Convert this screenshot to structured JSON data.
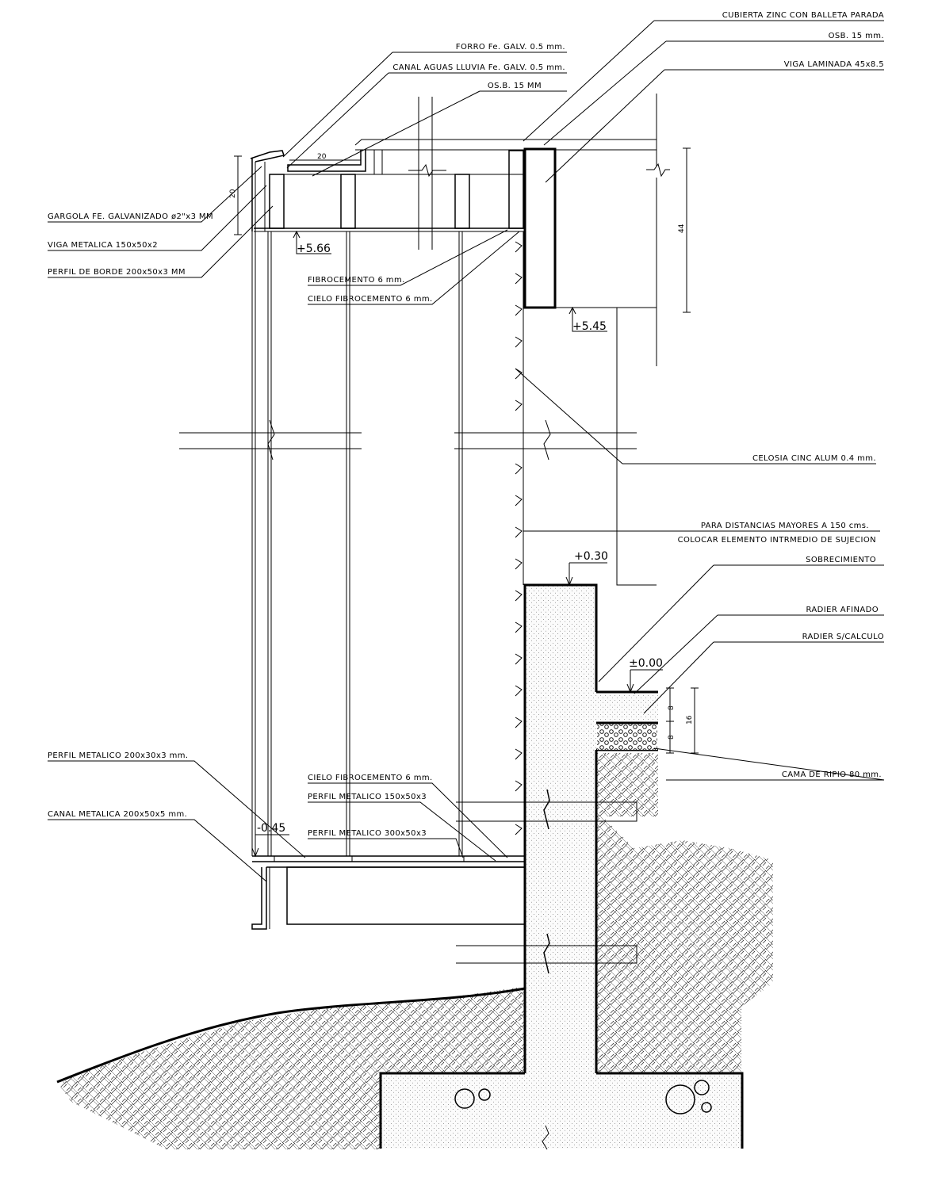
{
  "labels": {
    "cubierta": "CUBIERTA ZINC CON BALLETA PARADA",
    "osb_top": "OSB. 15 mm.",
    "viga_laminada": "VIGA LAMINADA 45x8.5",
    "forro": "FORRO Fe. GALV. 0.5 mm.",
    "canal_aguas": "CANAL AGUAS LLUVIA Fe. GALV. 0.5 mm.",
    "osb_mm": "OS.B. 15 MM",
    "gargola": "GARGOLA FE. GALVANIZADO ø2\"x3 MM",
    "viga_metalica": "VIGA METALICA 150x50x2",
    "perfil_borde": "PERFIL DE BORDE 200x50x3 MM",
    "fibrocemento": "FIBROCEMENTO 6 mm.",
    "cielo_fibro_top": "CIELO FIBROCEMENTO 6 mm.",
    "celosia": "CELOSIA CINC ALUM 0.4 mm.",
    "distancias_1": "PARA DISTANCIAS MAYORES A 150 cms.",
    "distancias_2": "COLOCAR ELEMENTO INTRMEDIO DE SUJECION",
    "sobrecimiento": "SOBRECIMIENTO",
    "radier_afinado": "RADIER AFINADO",
    "radier_calculo": "RADIER S/CALCULO",
    "cama_ripio": "CAMA DE RIPIO 80 mm.",
    "perfil_200x30": "PERFIL METALICO 200x30x3 mm.",
    "canal_metalica": "CANAL METALICA 200x50x5 mm.",
    "cielo_fibro_bottom": "CIELO FIBROCEMENTO 6 mm.",
    "perfil_150": "PERFIL METALICO 150x50x3",
    "perfil_300": "PERFIL METALICO 300x50x3"
  },
  "levels": {
    "l566": "+5.66",
    "l545": "+5.45",
    "l030": "+0.30",
    "l000": "±0.00",
    "lm045": "-0.45"
  },
  "dims": {
    "d20_h": "20",
    "d20_v": "20",
    "d44": "44",
    "d8a": "8",
    "d8b": "8",
    "d16": "16"
  }
}
